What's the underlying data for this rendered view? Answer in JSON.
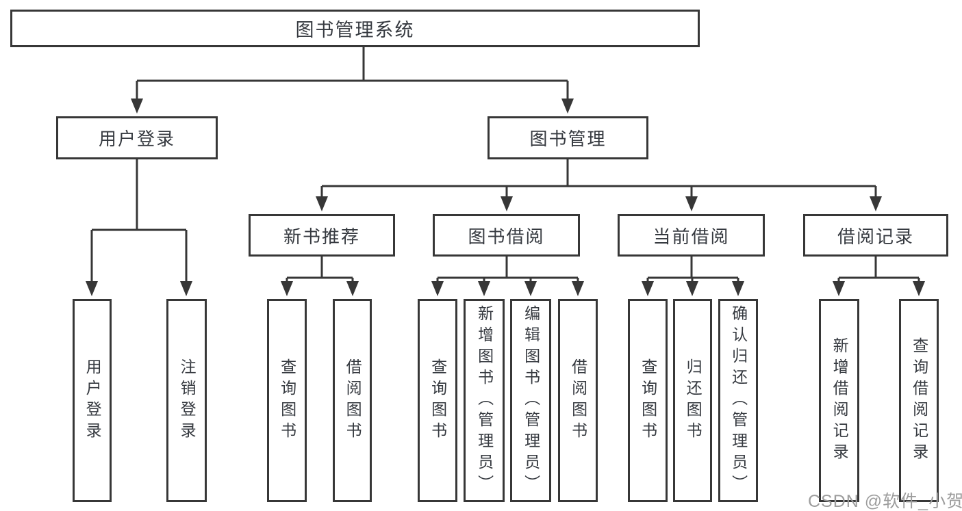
{
  "diagram_title": "图书管理系统",
  "tree": {
    "label": "图书管理系统",
    "children": [
      {
        "label": "用户登录",
        "children": [
          {
            "label": "用户登录"
          },
          {
            "label": "注销登录"
          }
        ]
      },
      {
        "label": "图书管理",
        "children": [
          {
            "label": "新书推荐",
            "children": [
              {
                "label": "查询图书"
              },
              {
                "label": "借阅图书"
              }
            ]
          },
          {
            "label": "图书借阅",
            "children": [
              {
                "label": "查询图书"
              },
              {
                "label": "新增图书（管理员）"
              },
              {
                "label": "编辑图书（管理员）"
              },
              {
                "label": "借阅图书"
              }
            ]
          },
          {
            "label": "当前借阅",
            "children": [
              {
                "label": "查询图书"
              },
              {
                "label": "归还图书"
              },
              {
                "label": "确认归还（管理员）"
              }
            ]
          },
          {
            "label": "借阅记录",
            "children": [
              {
                "label": "新增借阅记录"
              },
              {
                "label": "查询借阅记录"
              }
            ]
          }
        ]
      }
    ]
  },
  "watermark": {
    "text": "CSDN @软件_小贺同学"
  },
  "colors": {
    "line": "#373737",
    "box_border": "#373737",
    "text": "#363a40",
    "watermark": "#9d9d9d",
    "background": "#ffffff"
  }
}
